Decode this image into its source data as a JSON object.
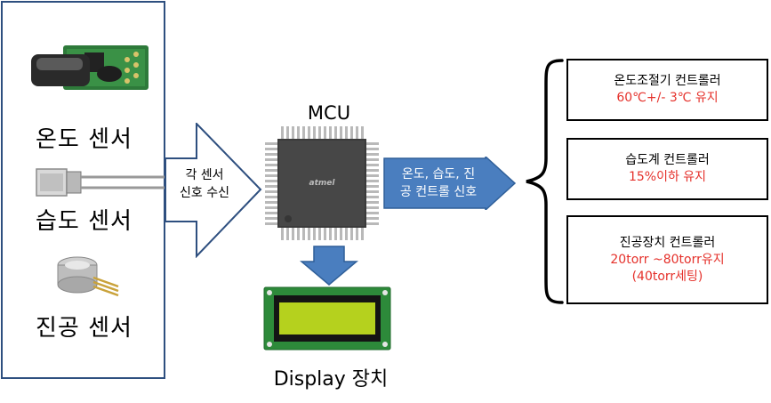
{
  "sensors": [
    {
      "label": "온도 센서",
      "icon": "temperature-sensor-image"
    },
    {
      "label": "습도 센서",
      "icon": "humidity-sensor-image"
    },
    {
      "label": "진공 센서",
      "icon": "vacuum-sensor-image"
    }
  ],
  "receive_text": {
    "line1": "각 센서",
    "line2": "신호 수신"
  },
  "mcu": {
    "label": "MCU"
  },
  "signal_text": {
    "line1": "온도, 습도, 진",
    "line2": "공 컨트롤 신호"
  },
  "display": {
    "label": "Display 장치"
  },
  "controllers": [
    {
      "title": "온도조절기 컨트롤러",
      "lines": [
        "60℃+/- 3℃ 유지"
      ]
    },
    {
      "title": "습도계 컨트롤러",
      "lines": [
        "15%이하 유지"
      ]
    },
    {
      "title": "진공장치 컨트롤러",
      "lines": [
        "20torr ~80torr유지",
        "(40torr세팅)"
      ]
    }
  ],
  "colors": {
    "panel_border": "#2e4f7f",
    "arrow_blue": "#4a7ebf",
    "highlight_red": "#e5312b",
    "lcd_green": "#b5d11e"
  }
}
